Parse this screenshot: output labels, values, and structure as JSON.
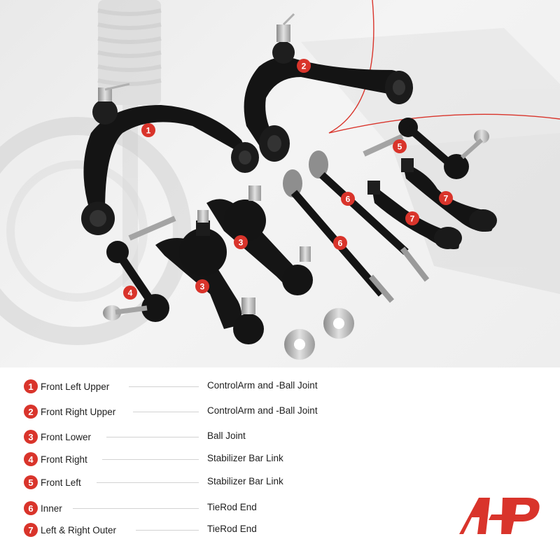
{
  "legend": {
    "items": [
      {
        "num": "1",
        "label": "Front Left Upper",
        "value": "ControlArm and -Ball Joint"
      },
      {
        "num": "2",
        "label": "Front Right Upper",
        "value": "ControlArm and -Ball Joint"
      },
      {
        "num": "3",
        "label": "Front Lower",
        "value": "Ball Joint"
      },
      {
        "num": "4",
        "label": "Front Right",
        "value": "Stabilizer Bar Link"
      },
      {
        "num": "5",
        "label": "Front Left",
        "value": "Stabilizer Bar Link"
      },
      {
        "num": "6",
        "label": "Inner",
        "value": "TieRod End"
      },
      {
        "num": "7",
        "label": "Left & Right Outer",
        "value": "TieRod End"
      }
    ]
  },
  "callouts": [
    "1",
    "2",
    "3",
    "3",
    "4",
    "5",
    "6",
    "6",
    "7",
    "7"
  ],
  "colors": {
    "accent": "#d9342b",
    "part": "#141414",
    "text": "#1e1e1e"
  },
  "icons": {
    "logo": "a-premium-logo"
  }
}
